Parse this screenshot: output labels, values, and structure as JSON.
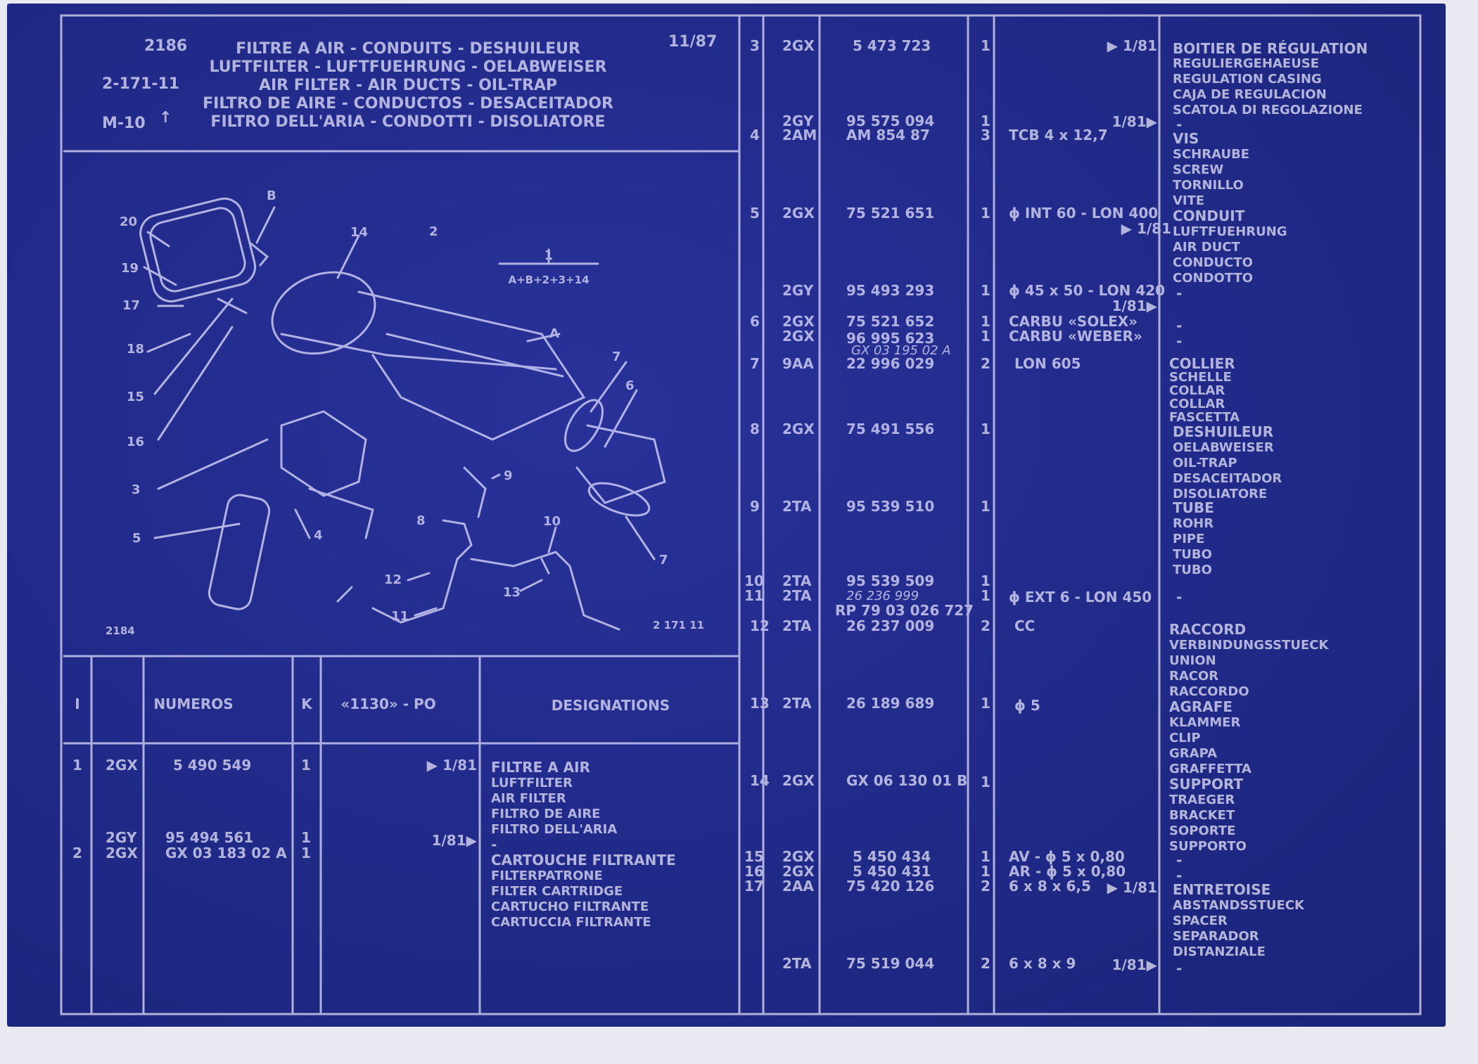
{
  "header": {
    "code": "2186",
    "date": "11/87",
    "ref": "2-171-11",
    "model": "M-10",
    "titles": [
      "FILTRE A AIR - CONDUITS - DESHUILEUR",
      "LUFTFILTER - LUFTFUEHRUNG - OELABWEISER",
      "AIR FILTER - AIR DUCTS - OIL-TRAP",
      "FILTRO DE AIRE - CONDUCTOS - DESACEITADOR",
      "FILTRO DELL'ARIA - CONDOTTI - DISOLIATORE"
    ]
  },
  "diagram": {
    "formula_num": "1",
    "formula": "A+B+2+3+14",
    "fig_ref": "2184",
    "fig_code": "2 171 11",
    "labels": [
      "B",
      "20",
      "14",
      "2",
      "19",
      "17",
      "18",
      "15",
      "16",
      "A",
      "7",
      "6",
      "3",
      "5",
      "4",
      "9",
      "8",
      "10",
      "7",
      "12",
      "13",
      "11"
    ]
  },
  "columns": {
    "i": "I",
    "numeros": "NUMEROS",
    "k": "K",
    "code1130": "«1130» - PO",
    "designations": "DESIGNATIONS"
  },
  "left_rows": {
    "r1": {
      "i": "1",
      "ver": "2GX",
      "num": "5 490 549",
      "k": "1",
      "note": "▶ 1/81",
      "desc": [
        "FILTRE A AIR",
        "LUFTFILTER",
        "AIR FILTER",
        "FILTRO DE AIRE",
        "FILTRO DELL'ARIA"
      ]
    },
    "r2a": {
      "ver": "2GY",
      "num": "95 494 561",
      "k": "1",
      "note": "1/81▶",
      "desc": "-"
    },
    "r2b": {
      "i": "2",
      "ver": "2GX",
      "num": "GX 03 183 02 A",
      "k": "1",
      "desc": [
        "CARTOUCHE FILTRANTE",
        "FILTERPATRONE",
        "FILTER CARTRIDGE",
        "CARTUCHO FILTRANTE",
        "CARTUCCIA FILTRANTE"
      ]
    }
  },
  "right_rows": {
    "r3": {
      "i": "3",
      "ver": "2GX",
      "num": "5 473 723",
      "k": "1",
      "note": "▶ 1/81",
      "desc": [
        "BOITIER DE RÉGULATION",
        "REGULIERGEHAEUSE",
        "REGULATION CASING",
        "CAJA DE REGULACION",
        "SCATOLA DI REGOLAZIONE"
      ]
    },
    "r4a": {
      "ver": "2GY",
      "num": "95 575 094",
      "k": "1",
      "note": "1/81▶",
      "desc": "-"
    },
    "r4b": {
      "i": "4",
      "ver": "2AM",
      "num": "AM 854 87",
      "k": "3",
      "po": "TCB 4 x 12,7",
      "desc": [
        "VIS",
        "SCHRAUBE",
        "SCREW",
        "TORNILLO",
        "VITE"
      ]
    },
    "r5": {
      "i": "5",
      "ver": "2GX",
      "num": "75 521 651",
      "k": "1",
      "po": "ϕ INT 60 - LON 400",
      "note": "▶ 1/81",
      "desc": [
        "CONDUIT",
        "LUFTFUEHRUNG",
        "AIR DUCT",
        "CONDUCTO",
        "CONDOTTO"
      ]
    },
    "r5b": {
      "ver": "2GY",
      "num": "95 493 293",
      "k": "1",
      "po": "ϕ 45 x 50 - LON 420",
      "note": "1/81▶",
      "desc": "-"
    },
    "r6a": {
      "i": "6",
      "ver": "2GX",
      "num": "75 521 652",
      "k": "1",
      "po": "CARBU «SOLEX»",
      "desc": "-"
    },
    "r6b": {
      "ver": "2GX",
      "num": "96 995 623",
      "k": "1",
      "po": "CARBU «WEBER»",
      "desc": "-"
    },
    "r6c": {
      "num": "GX 03 195 02 A"
    },
    "r7": {
      "i": "7",
      "ver": "9AA",
      "num": "22 996 029",
      "k": "2",
      "po": "LON 605",
      "desc": [
        "COLLIER",
        "SCHELLE",
        "COLLAR",
        "COLLAR",
        "FASCETTA"
      ]
    },
    "r8": {
      "i": "8",
      "ver": "2GX",
      "num": "75 491 556",
      "k": "1",
      "desc": [
        "DESHUILEUR",
        "OELABWEISER",
        "OIL-TRAP",
        "DESACEITADOR",
        "DISOLIATORE"
      ]
    },
    "r9": {
      "i": "9",
      "ver": "2TA",
      "num": "95 539 510",
      "k": "1",
      "desc": [
        "TUBE",
        "ROHR",
        "PIPE",
        "TUBO",
        "TUBO"
      ]
    },
    "r10": {
      "i": "10",
      "ver": "2TA",
      "num": "95 539 509",
      "k": "1"
    },
    "r11": {
      "i": "11",
      "ver": "2TA",
      "num": "26 236 999",
      "k": "1",
      "po": "ϕ EXT 6 - LON 450",
      "desc": "-"
    },
    "r11b": {
      "num": "RP 79 03 026 727"
    },
    "r12": {
      "i": "12",
      "ver": "2TA",
      "num": "26 237 009",
      "k": "2",
      "po": "CC",
      "desc": [
        "RACCORD",
        "VERBINDUNGSSTUECK",
        "UNION",
        "RACOR",
        "RACCORDO"
      ]
    },
    "r13": {
      "i": "13",
      "ver": "2TA",
      "num": "26 189 689",
      "k": "1",
      "po": "ϕ 5",
      "desc": [
        "AGRAFE",
        "KLAMMER",
        "CLIP",
        "GRAPA",
        "GRAFFETTA"
      ]
    },
    "r14": {
      "i": "14",
      "ver": "2GX",
      "num": "GX 06 130 01 B",
      "k": "1",
      "desc": [
        "SUPPORT",
        "TRAEGER",
        "BRACKET",
        "SOPORTE",
        "SUPPORTO"
      ]
    },
    "r15": {
      "i": "15",
      "ver": "2GX",
      "num": "5 450 434",
      "k": "1",
      "po": "AV - ϕ 5 x 0,80",
      "desc": "-"
    },
    "r16": {
      "i": "16",
      "ver": "2GX",
      "num": "5 450 431",
      "k": "1",
      "po": "AR - ϕ 5 x 0,80",
      "desc": "-"
    },
    "r17": {
      "i": "17",
      "ver": "2AA",
      "num": "75 420 126",
      "k": "2",
      "po": "6 x 8 x 6,5",
      "note": "▶ 1/81",
      "desc": [
        "ENTRETOISE",
        "ABSTANDSSTUECK",
        "SPACER",
        "SEPARADOR",
        "DISTANZIALE"
      ]
    },
    "r18": {
      "ver": "2TA",
      "num": "75 519 044",
      "k": "2",
      "po": "6 x 8 x 9",
      "note": "1/81▶",
      "desc": "-"
    }
  }
}
